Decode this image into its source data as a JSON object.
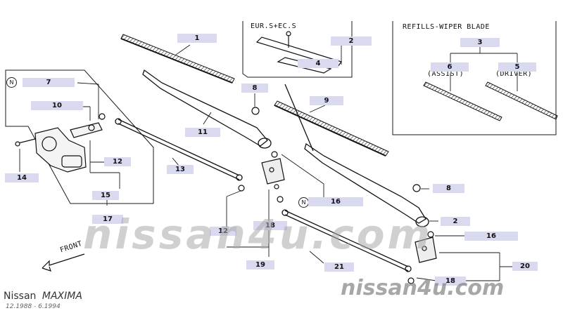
{
  "captions": {
    "eur": "EUR.S+EC.S",
    "refills": "REFILLS-WIPER BLADE",
    "assist": "(ASSIST)",
    "driver": "(DRIVER)",
    "front": "FRONT"
  },
  "notes": {
    "n1": "N",
    "n2": "N"
  },
  "labels": {
    "p1": "1",
    "p2a": "2",
    "p4": "4",
    "p3": "3",
    "p6": "6",
    "p5": "5",
    "p7": "7",
    "p8a": "8",
    "p10": "10",
    "p9": "9",
    "p11": "11",
    "p12a": "12",
    "p13": "13",
    "p14": "14",
    "p15": "15",
    "p17": "17",
    "p16a": "16",
    "p8b": "8",
    "p2b": "2",
    "p16b": "16",
    "p12b": "12",
    "p18a": "18",
    "p19": "19",
    "p21": "21",
    "p20": "20",
    "p18b": "18"
  },
  "footer": {
    "brand": "Nissan",
    "model": "MAXIMA",
    "years": "12.1988 - 6.1994",
    "watermark_main": "nissan4u.com",
    "watermark_corner": "nissan4u.com"
  },
  "colors": {
    "label_bg": "#d9d9f0",
    "line": "#1a1a1a"
  }
}
